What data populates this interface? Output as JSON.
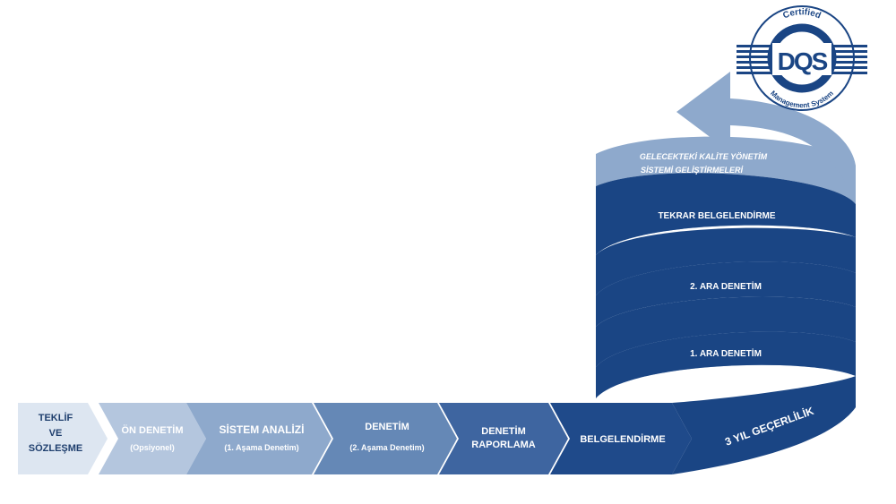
{
  "colors": {
    "step1": "#dde6f1",
    "step2": "#b4c6de",
    "step3": "#8ea9cc",
    "step4": "#6588b6",
    "step5": "#3e65a0",
    "step6": "#1f4a8a",
    "spiral_dark": "#1a4584",
    "spiral_light": "#8ea9cc",
    "white": "#ffffff",
    "dark_text": "#1f3f6e"
  },
  "steps": [
    {
      "lines": [
        "TEKLİF",
        "VE",
        "SÖZLEŞME"
      ],
      "sub": ""
    },
    {
      "lines": [
        "ÖN DENETİM"
      ],
      "sub": "(Opsiyonel)"
    },
    {
      "lines": [
        "SİSTEM ANALİZİ"
      ],
      "sub": "(1. Aşama Denetim)"
    },
    {
      "lines": [
        "DENETİM"
      ],
      "sub": "(2. Aşama Denetim)"
    },
    {
      "lines": [
        "DENETİM",
        "RAPORLAMA"
      ],
      "sub": ""
    },
    {
      "lines": [
        "BELGELENDİRME"
      ],
      "sub": ""
    }
  ],
  "spiral": {
    "validity": "3 YIL GEÇERLİLİK",
    "band1": "1.  ARA DENETİM",
    "band2": "2. ARA DENETİM",
    "band3": "TEKRAR BELGELENDİRME",
    "top_line1": "GELECEKTEKİ KALİTE YÖNETİM",
    "top_line2": "SİSTEMİ GELİŞTİRMELERİ"
  },
  "logo": {
    "top": "Certified",
    "bottom": "Management System",
    "mark": "DQS"
  }
}
